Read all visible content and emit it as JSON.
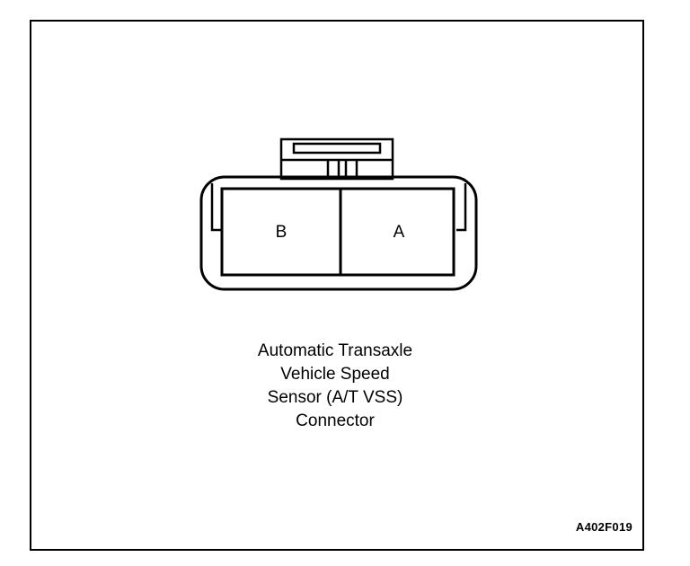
{
  "diagram": {
    "pins": {
      "left_label": "B",
      "right_label": "A"
    },
    "caption_lines": [
      "Automatic Transaxle",
      "Vehicle Speed",
      "Sensor (A/T VSS)",
      "Connector"
    ],
    "figure_code": "A402F019"
  }
}
